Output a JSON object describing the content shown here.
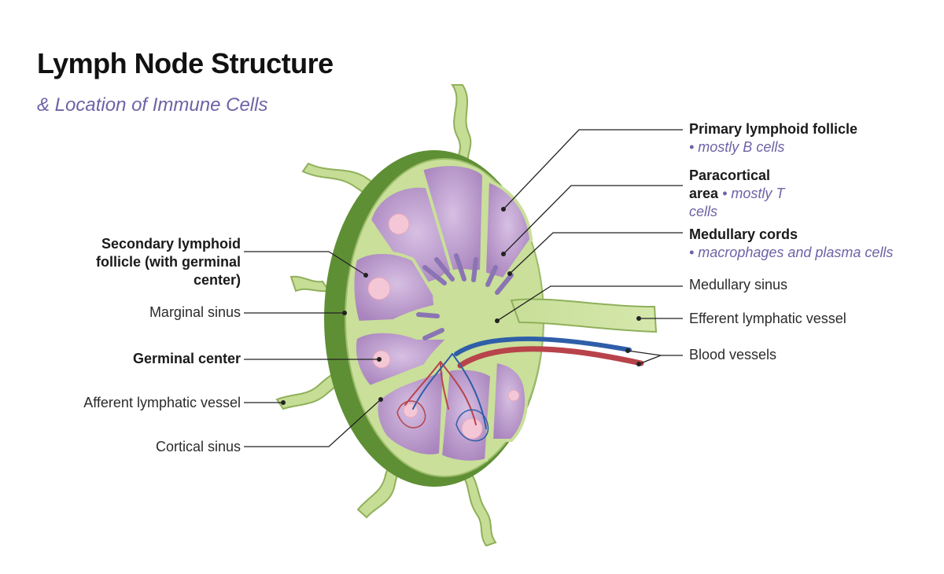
{
  "title": "Lymph Node Structure",
  "subtitle": "& Location of Immune Cells",
  "labels": {
    "primary_follicle": "Primary lymphoid follicle",
    "primary_follicle_note": "• mostly B cells",
    "paracortical_1": "Paracortical",
    "paracortical_2": "area",
    "paracortical_note": "• mostly T",
    "paracortical_note_2": "cells",
    "medullary_cords": "Medullary cords",
    "medullary_cords_note": "• macrophages and plasma cells",
    "medullary_sinus": "Medullary sinus",
    "efferent_vessel": "Efferent lymphatic vessel",
    "blood_vessels": "Blood vessels",
    "secondary_follicle_1": "Secondary lymphoid",
    "secondary_follicle_2": "follicle (with germinal",
    "secondary_follicle_3": "center)",
    "marginal_sinus": "Marginal sinus",
    "germinal_center": "Germinal center",
    "afferent_vessel": "Afferent lymphatic vessel",
    "cortical_sinus": "Cortical sinus"
  },
  "colors": {
    "capsule": "#5f8f35",
    "tissue": "#c9df9a",
    "follicle": "#b48fc4",
    "follicle_light": "#d8bfe0",
    "germinal": "#f3c7d6",
    "artery": "#b8434a",
    "vein": "#2f5ea8",
    "subtitle": "#6e62a6"
  }
}
